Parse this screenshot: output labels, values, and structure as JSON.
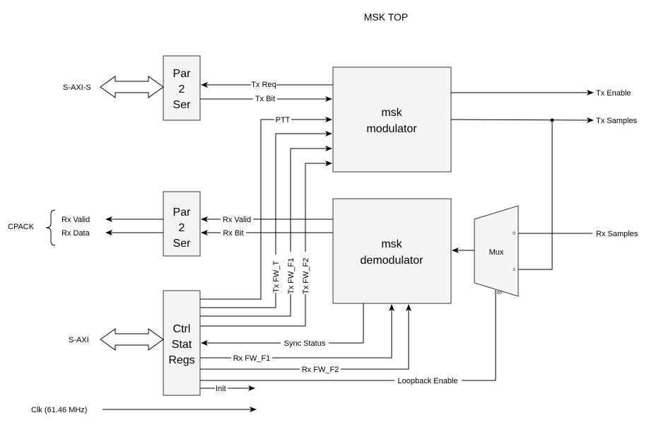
{
  "title": "MSK TOP",
  "blocks": {
    "par2ser_tx": [
      "Par",
      "2",
      "Ser"
    ],
    "par2ser_rx": [
      "Par",
      "2",
      "Ser"
    ],
    "ctrl": [
      "Ctrl",
      "Stat",
      "Regs"
    ],
    "modulator": [
      "msk",
      "modulator"
    ],
    "demodulator": [
      "msk",
      "demodulator"
    ],
    "mux": "Mux",
    "mux_in0": "0",
    "mux_in1": "1",
    "mux_sel": "S0"
  },
  "left_labels": {
    "saxis": "S-AXI-S",
    "cpack": "CPACK",
    "saxi": "S-AXI",
    "clk": "Clk (61.46 MHz)",
    "rx_valid_out": "Rx Valid",
    "rx_data_out": "Rx Data"
  },
  "signals": {
    "tx_req": "Tx Req",
    "tx_bit": "Tx Bit",
    "ptt": "PTT",
    "rx_valid": "Rx Valid",
    "rx_bit": "Rx Bit",
    "tx_fw_t": "Tx FW_T",
    "tx_fw_f1": "Tx FW_F1",
    "tx_fw_f2": "Tx FW_F2",
    "sync_status": "Sync Status",
    "rx_fw_f1": "Rx FW_F1",
    "rx_fw_f2": "Rx FW_F2",
    "loopback_enable": "Loopback Enable",
    "init": "Init"
  },
  "outputs": {
    "tx_enable": "Tx Enable",
    "tx_samples": "Tx Samples",
    "rx_samples": "Rx Samples"
  }
}
